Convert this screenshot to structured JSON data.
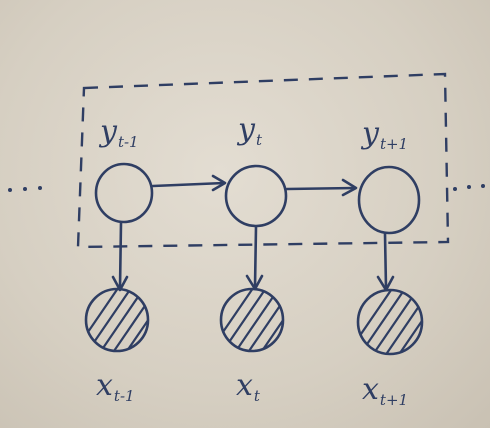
{
  "hidden_nodes": [
    {
      "id": "y_prev",
      "symbol": "y",
      "subscript": "t-1"
    },
    {
      "id": "y_cur",
      "symbol": "y",
      "subscript": "t"
    },
    {
      "id": "y_next",
      "symbol": "y",
      "subscript": "t+1"
    }
  ],
  "observed_nodes": [
    {
      "id": "x_prev",
      "symbol": "x",
      "subscript": "t-1"
    },
    {
      "id": "x_cur",
      "symbol": "x",
      "subscript": "t"
    },
    {
      "id": "x_next",
      "symbol": "x",
      "subscript": "t+1"
    }
  ],
  "edges": [
    {
      "from": "y_prev",
      "to": "y_cur"
    },
    {
      "from": "y_cur",
      "to": "y_next"
    },
    {
      "from": "y_prev",
      "to": "x_prev"
    },
    {
      "from": "y_cur",
      "to": "x_cur"
    },
    {
      "from": "y_next",
      "to": "x_next"
    }
  ],
  "continuation_marks": [
    "…",
    "…"
  ],
  "colors": {
    "ink": "#2f3e63",
    "paper": "#d8d1c4"
  }
}
